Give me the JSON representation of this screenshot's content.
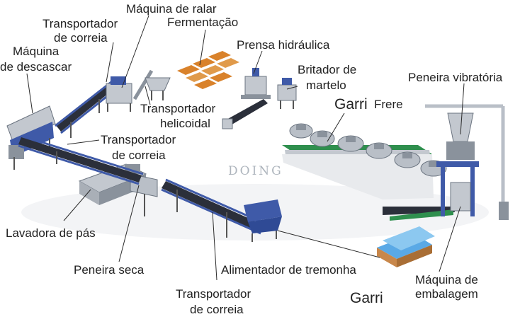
{
  "labels": {
    "ralar": "Máquina de ralar",
    "transp_top_1": "Transportador",
    "transp_top_2": "de correia",
    "fermentacao": "Fermentação",
    "prensa": "Prensa hidráulica",
    "descascar_1": "Máquina",
    "descascar_2": "de descascar",
    "britador_1": "Britador de",
    "britador_2": "martelo",
    "peneira_vib": "Peneira vibratória",
    "garri_frere_1": "Garri",
    "garri_frere_2": "Frere",
    "helicoidal_1": "Transportador",
    "helicoidal_2": "helicoidal",
    "transp_mid_1": "Transportador",
    "transp_mid_2": "de correia",
    "lavadora": "Lavadora de pás",
    "peneira_seca": "Peneira seca",
    "alimentador": "Alimentador de tremonha",
    "embalagem_1": "Máquina de",
    "embalagem_2": "embalagem",
    "garri": "Garri",
    "transp_bot_1": "Transportador",
    "transp_bot_2": "de correia"
  },
  "watermark": "DOING",
  "colors": {
    "machine_blue": "#3f5aa8",
    "belt_dark": "#2b2f3a",
    "steel": "#b9bfc7",
    "steel_dark": "#8a929c",
    "green": "#2f8f4e",
    "tray_orange": "#d9822b",
    "bag_blue": "#5aa9e6",
    "leader": "#2a2a2a"
  }
}
